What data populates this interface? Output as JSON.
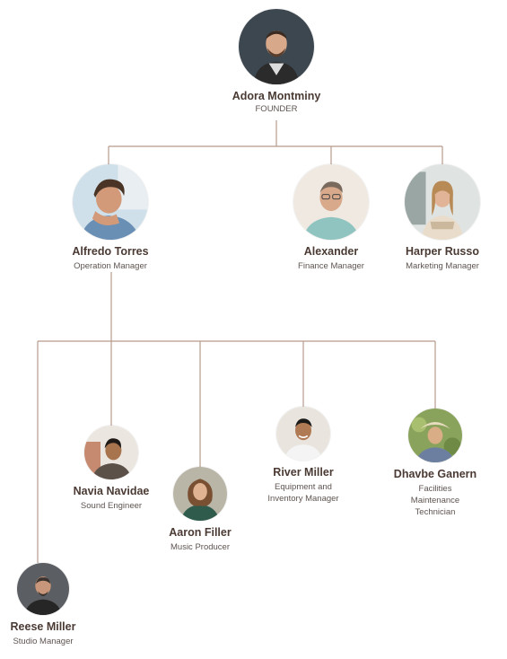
{
  "colors": {
    "line": "#b89b8c",
    "name": "#4a3a33",
    "role": "#5e5450"
  },
  "people": {
    "adora": {
      "name": "Adora Montminy",
      "role": "FOUNDER"
    },
    "alfredo": {
      "name": "Alfredo Torres",
      "role": "Operation Manager"
    },
    "alexander": {
      "name": "Alexander",
      "role": "Finance Manager"
    },
    "harper": {
      "name": "Harper Russo",
      "role": "Marketing Manager"
    },
    "navia": {
      "name": "Navia Navidae",
      "role": "Sound Engineer"
    },
    "aaron": {
      "name": "Aaron Filler",
      "role": "Music Producer"
    },
    "river": {
      "name": "River Miller",
      "role": "Equipment and\nInventory Manager"
    },
    "dhavbe": {
      "name": "Dhavbe Ganern",
      "role": "Facilities\nMaintenance\nTechnician"
    },
    "reese": {
      "name": "Reese Miller",
      "role": "Studio Manager"
    }
  }
}
